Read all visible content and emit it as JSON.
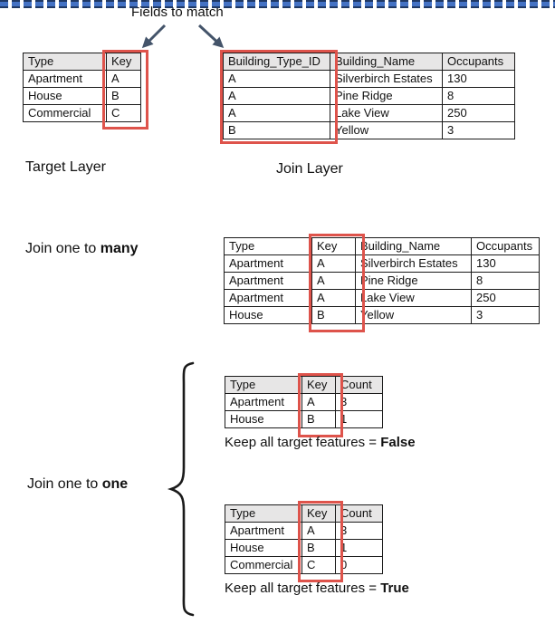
{
  "heading": {
    "fields_to_match": "Fields to match"
  },
  "labels": {
    "target_layer": "Target Layer",
    "join_layer": "Join Layer",
    "join_one_to_many_prefix": "Join one to ",
    "join_one_to_many_bold": "many",
    "join_one_to_one_prefix": "Join one to ",
    "join_one_to_one_bold": "one",
    "keep_false_prefix": "Keep all target features = ",
    "keep_false_bold": "False",
    "keep_true_prefix": "Keep all target features = ",
    "keep_true_bold": "True"
  },
  "colors": {
    "highlight_red": "#DE534B",
    "table_header_gray": "#E7E6E6",
    "arrow_navy": "#44546A",
    "divider_blue": "#4472C4",
    "divider_dark_blue": "#1F3864"
  },
  "icons": {
    "arrow_left": "down-left-arrow",
    "arrow_right": "down-right-arrow",
    "brace": "left-curly-brace",
    "divider": "dashed-line-divider"
  },
  "tables": {
    "target": {
      "headers": [
        "Type",
        "Key"
      ],
      "rows": [
        [
          "Apartment",
          "A"
        ],
        [
          "House",
          "B"
        ],
        [
          "Commercial",
          "C"
        ]
      ]
    },
    "join": {
      "headers": [
        "Building_Type_ID",
        "Building_Name",
        "Occupants"
      ],
      "rows": [
        [
          "A",
          "Silverbirch Estates",
          "130"
        ],
        [
          "A",
          "Pine Ridge",
          "8"
        ],
        [
          "A",
          "Lake View",
          "250"
        ],
        [
          "B",
          "Yellow",
          "3"
        ]
      ]
    },
    "one_to_many": {
      "headers": [
        "Type",
        "Key",
        "Building_Name",
        "Occupants"
      ],
      "rows": [
        [
          "Apartment",
          "A",
          "Silverbirch Estates",
          "130"
        ],
        [
          "Apartment",
          "A",
          "Pine Ridge",
          "8"
        ],
        [
          "Apartment",
          "A",
          "Lake View",
          "250"
        ],
        [
          "House",
          "B",
          "Yellow",
          "3"
        ]
      ]
    },
    "one_to_one_false": {
      "headers": [
        "Type",
        "Key",
        "Count"
      ],
      "rows": [
        [
          "Apartment",
          "A",
          "3"
        ],
        [
          "House",
          "B",
          "1"
        ]
      ]
    },
    "one_to_one_true": {
      "headers": [
        "Type",
        "Key",
        "Count"
      ],
      "rows": [
        [
          "Apartment",
          "A",
          "3"
        ],
        [
          "House",
          "B",
          "1"
        ],
        [
          "Commercial",
          "C",
          "0"
        ]
      ]
    }
  }
}
